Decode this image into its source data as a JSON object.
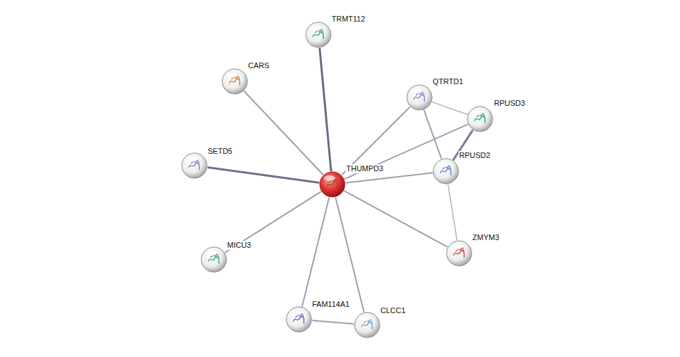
{
  "diagram": {
    "nodes": [
      {
        "text": [
          "TRMT112"
        ]
      },
      {
        "text": [
          "CARS"
        ]
      },
      {
        "text": [
          "QTRTD1"
        ]
      },
      {
        "text": [
          "RPUSD3"
        ]
      },
      {
        "text": [
          "SETD5"
        ]
      },
      {
        "text": [
          "THUMPD3"
        ]
      },
      {
        "text": [
          "RPUSD2"
        ]
      },
      {
        "text": [
          "MICU3"
        ]
      },
      {
        "text": [
          "ZMYM3"
        ]
      },
      {
        "text": [
          "FAM114A1"
        ]
      },
      {
        "text": [
          "CLCC1"
        ]
      }
    ],
    "edges": [
      {
        "from": 5,
        "to": 0,
        "arrow": "none"
      },
      {
        "from": 5,
        "to": 1,
        "arrow": "none"
      },
      {
        "from": 5,
        "to": 2,
        "arrow": "none"
      },
      {
        "from": 5,
        "to": 3,
        "arrow": "none"
      },
      {
        "from": 5,
        "to": 4,
        "arrow": "none"
      },
      {
        "from": 5,
        "to": 6,
        "arrow": "none"
      },
      {
        "from": 5,
        "to": 7,
        "arrow": "none"
      },
      {
        "from": 5,
        "to": 8,
        "arrow": "none"
      },
      {
        "from": 5,
        "to": 9,
        "arrow": "none"
      },
      {
        "from": 5,
        "to": 10,
        "arrow": "none"
      },
      {
        "from": 2,
        "to": 3,
        "arrow": "none"
      },
      {
        "from": 2,
        "to": 6,
        "arrow": "none"
      },
      {
        "from": 3,
        "to": 6,
        "arrow": "none"
      },
      {
        "from": 6,
        "to": 8,
        "arrow": "none"
      },
      {
        "from": 9,
        "to": 10,
        "arrow": "none"
      }
    ]
  }
}
